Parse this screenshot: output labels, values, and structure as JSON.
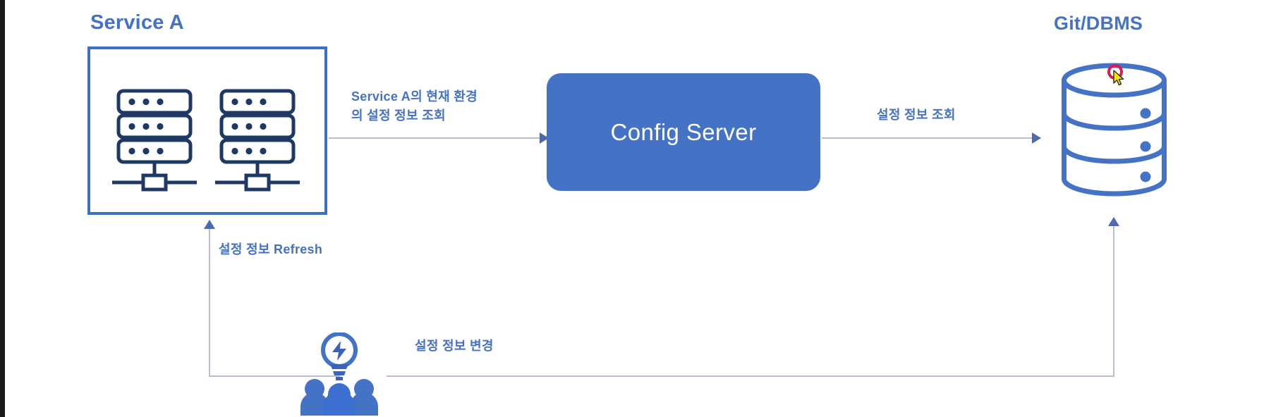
{
  "diagram": {
    "type": "architecture-flow",
    "background_color": "#ffffff",
    "accent_color": "#4472c4",
    "line_color": "#b9bed6",
    "arrow_color": "#4a6bb0",
    "titles": {
      "service_a": "Service A",
      "git_dbms": "Git/DBMS"
    },
    "nodes": {
      "service_a": {
        "label": "Service A",
        "icon": "server-rack-icon",
        "icon_count": 2,
        "rack_units_per_icon": 3,
        "dots_per_unit": 3
      },
      "config_server": {
        "label": "Config Server",
        "fill_color": "#4472c4",
        "text_color": "#ffffff"
      },
      "database": {
        "label": "Git/DBMS",
        "icon": "database-cylinder-icon",
        "tiers": 3,
        "stroke_color": "#4472c4"
      },
      "team": {
        "icon": "team-with-idea-icon",
        "people_count": 3,
        "badge": "lightbulb-bolt-icon",
        "fill_color": "#4472c4"
      }
    },
    "edges": [
      {
        "id": "service-a-to-config-server",
        "label": "Service A의 현재 환경\n의 설정 정보 조회",
        "from": "service_a",
        "to": "config_server",
        "direction": "right"
      },
      {
        "id": "config-server-to-database",
        "label": "설정 정보 조회",
        "from": "config_server",
        "to": "database",
        "direction": "right"
      },
      {
        "id": "refresh-to-service-a",
        "label": "설정 정보 Refresh",
        "from": "team",
        "to": "service_a",
        "direction": "up"
      },
      {
        "id": "team-to-database",
        "label": "설정 정보 변경",
        "from": "team",
        "to": "database",
        "direction": "up"
      }
    ]
  },
  "cursor": {
    "state": "click",
    "ripple_color": "#d81b52",
    "pointer_color": "#ffe600"
  }
}
